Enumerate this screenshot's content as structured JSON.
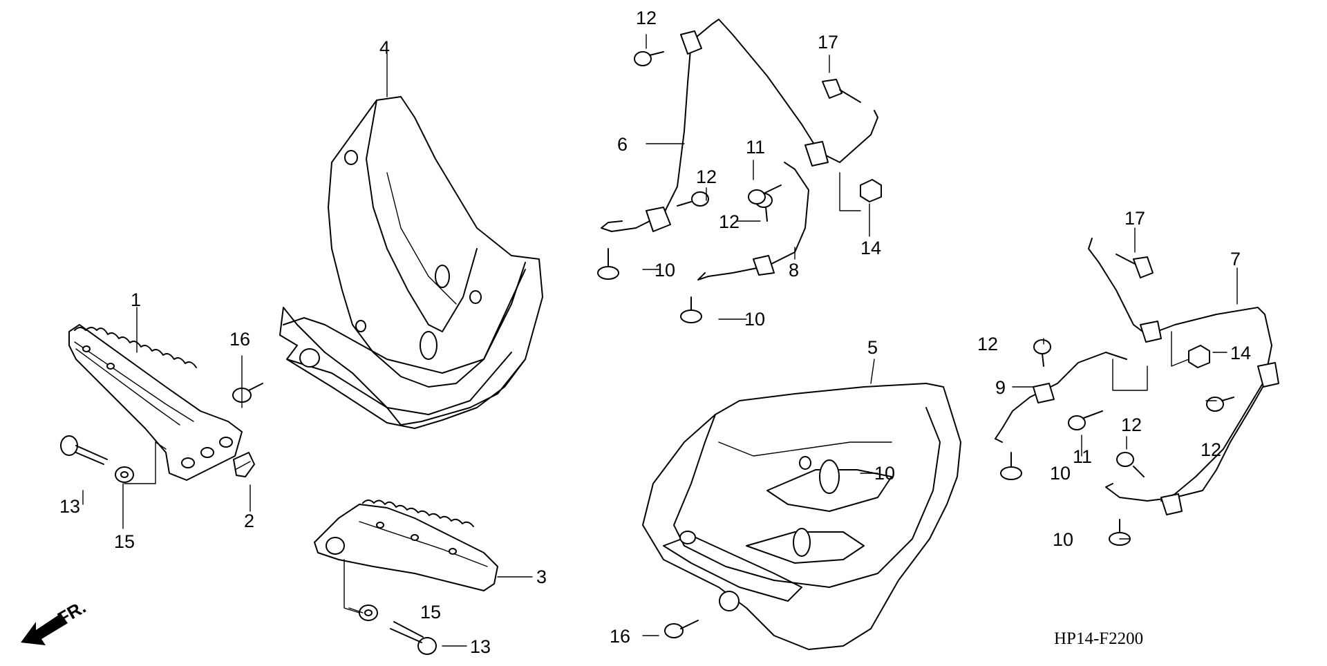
{
  "diagram": {
    "code": "HP14-F2200",
    "front_label": "FR.",
    "callouts": [
      "1",
      "2",
      "3",
      "4",
      "5",
      "6",
      "7",
      "8",
      "9",
      "10",
      "10",
      "10",
      "10",
      "10",
      "11",
      "11",
      "12",
      "12",
      "12",
      "12",
      "12",
      "12",
      "13",
      "13",
      "14",
      "14",
      "15",
      "15",
      "16",
      "16",
      "17",
      "17"
    ]
  }
}
